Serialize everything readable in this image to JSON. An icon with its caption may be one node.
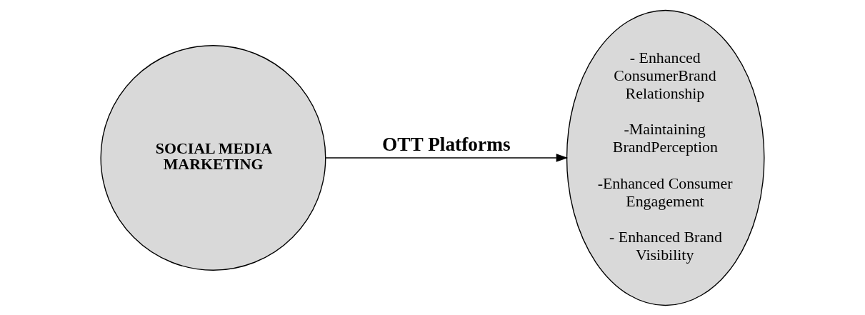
{
  "diagram": {
    "nodes": [
      {
        "text": [
          "SOCIAL MEDIA MARKETING"
        ]
      },
      {
        "text": [
          "- Enhanced ConsumerBrand Relationship",
          "-Maintaining BrandPerception",
          "-Enhanced Consumer Engagement",
          "- Enhanced Brand Visibility"
        ]
      }
    ],
    "edges": [
      {
        "from": 0,
        "to": 1,
        "arrow": "to",
        "label": "OTT Platforms"
      }
    ]
  }
}
